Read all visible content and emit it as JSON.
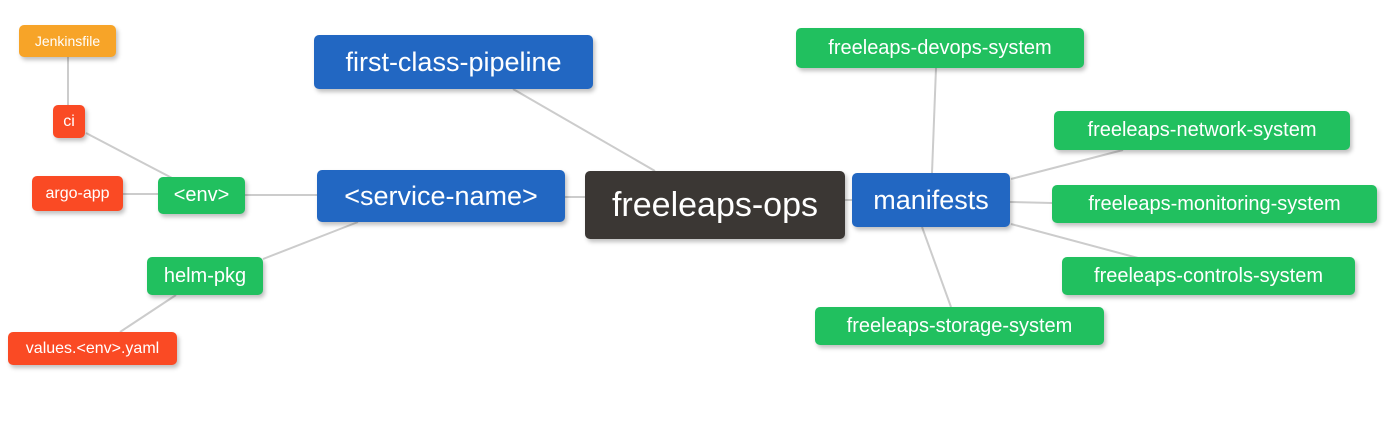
{
  "mindmap": {
    "title": "freeleaps-ops mind map",
    "nodes": {
      "root": "freeleaps-ops",
      "first_class_pipeline": "first-class-pipeline",
      "service_name": "<service-name>",
      "env": "<env>",
      "ci": "ci",
      "jenkinsfile": "Jenkinsfile",
      "argo_app": "argo-app",
      "helm_pkg": "helm-pkg",
      "values_env_yaml": "values.<env>.yaml",
      "manifests": "manifests",
      "devops_system": "freeleaps-devops-system",
      "network_system": "freeleaps-network-system",
      "monitoring_system": "freeleaps-monitoring-system",
      "controls_system": "freeleaps-controls-system",
      "storage_system": "freeleaps-storage-system"
    },
    "edges": [
      [
        "root",
        "first_class_pipeline"
      ],
      [
        "root",
        "service_name"
      ],
      [
        "root",
        "manifests"
      ],
      [
        "service_name",
        "env"
      ],
      [
        "service_name",
        "helm_pkg"
      ],
      [
        "env",
        "ci"
      ],
      [
        "env",
        "argo_app"
      ],
      [
        "ci",
        "jenkinsfile"
      ],
      [
        "helm_pkg",
        "values_env_yaml"
      ],
      [
        "manifests",
        "devops_system"
      ],
      [
        "manifests",
        "network_system"
      ],
      [
        "manifests",
        "monitoring_system"
      ],
      [
        "manifests",
        "controls_system"
      ],
      [
        "manifests",
        "storage_system"
      ]
    ],
    "colors": {
      "root_bg": "#3b3734",
      "branch_blue_bg": "#2267c2",
      "leaf_green_bg": "#21c05f",
      "leaf_red_bg": "#fa4a24",
      "leaf_orange_bg": "#f7a428",
      "edge_line": "#cccccc",
      "node_text": "#ffffff",
      "background": "#ffffff"
    }
  }
}
